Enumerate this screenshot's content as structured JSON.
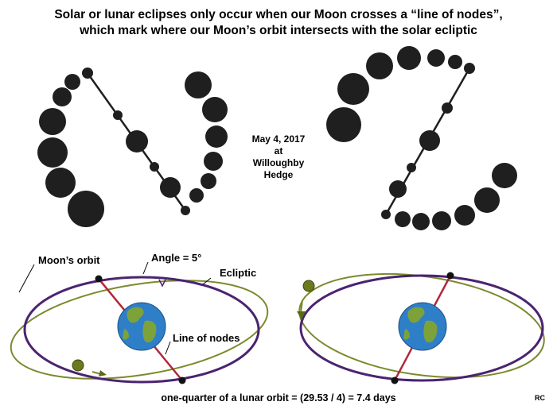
{
  "title": {
    "line1": "Solar or lunar eclipses only occur when our Moon crosses a “line of nodes”,",
    "line2": "which mark where our Moon’s orbit intersects with the solar ecliptic"
  },
  "caption": {
    "date": "May  4, 2017",
    "at": "at",
    "place1": "Willoughby",
    "place2": "Hedge"
  },
  "diagram_labels": {
    "moons_orbit": "Moon’s orbit",
    "angle": "Angle = 5°",
    "ecliptic": "Ecliptic",
    "line_of_nodes": "Line of nodes"
  },
  "footer": {
    "formula": "one-quarter  of a lunar  orbit = (29.53  / 4) = 7.4 days",
    "initials": "RC"
  },
  "colors": {
    "ecliptic": "#4b2370",
    "moon_orbit": "#7b8a2c",
    "line_of_nodes": "#b0283a",
    "disc": "#1f1f1f",
    "earth_ocean": "#2f7fc8",
    "earth_land": "#7da23a",
    "moon": "#6b7a1e"
  }
}
